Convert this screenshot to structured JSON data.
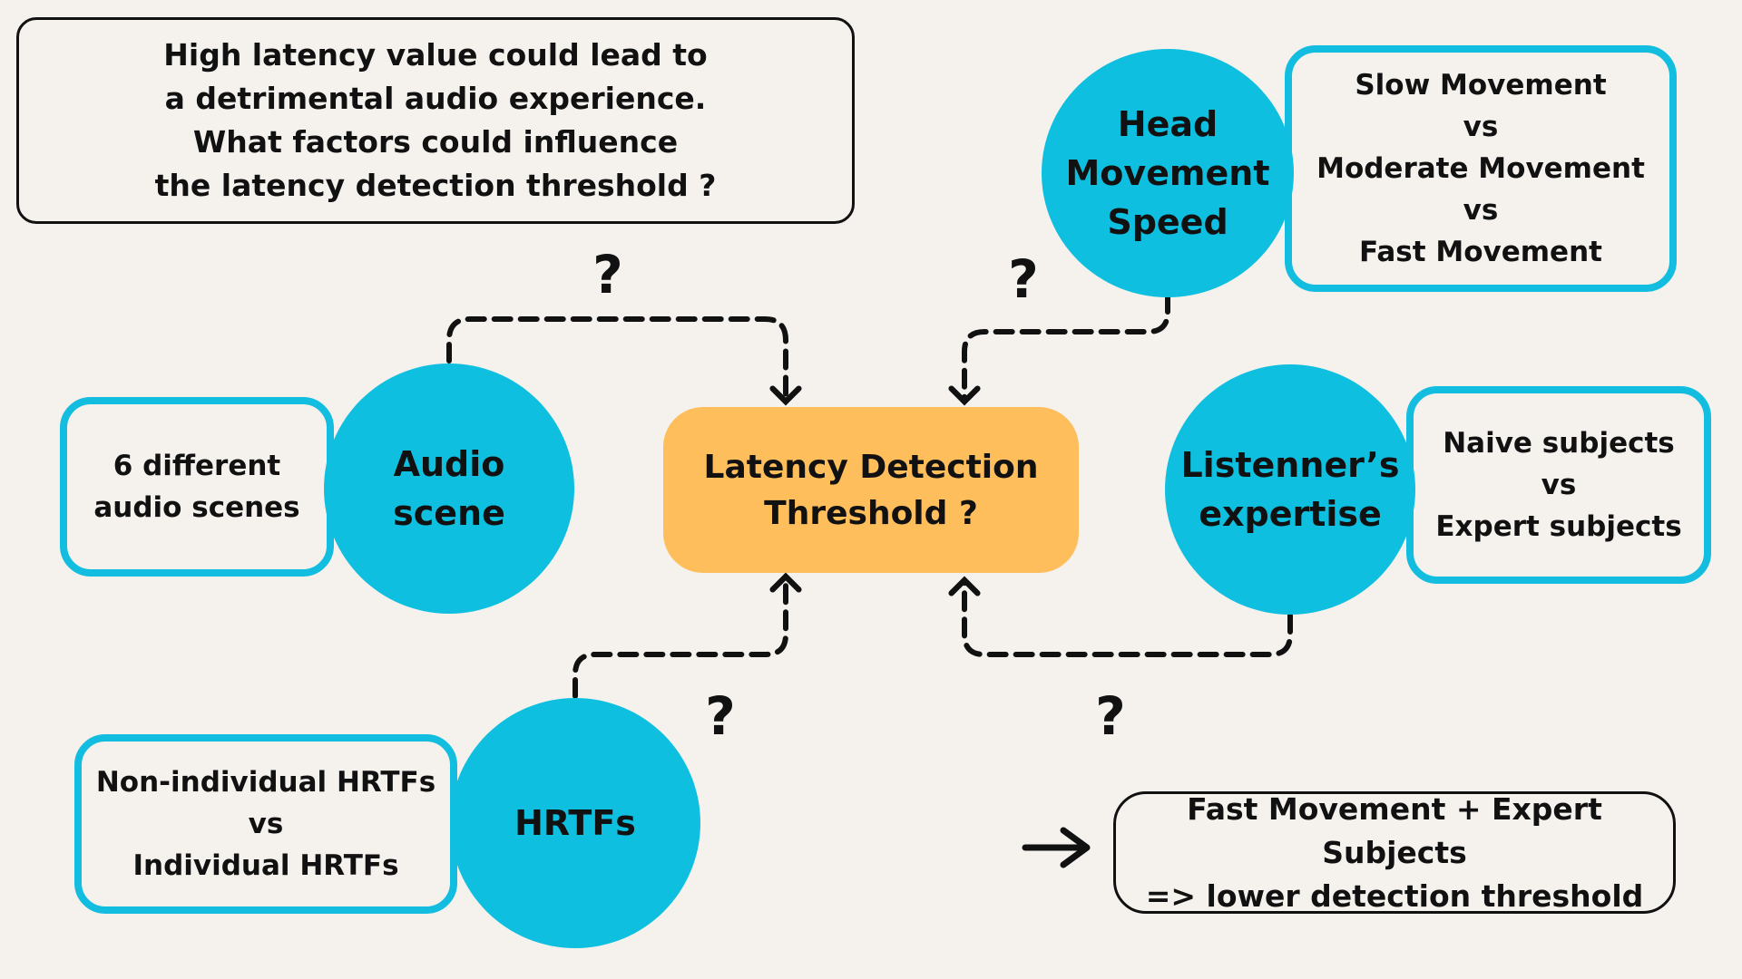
{
  "question": "High latency value could lead to\na detrimental audio experience.\nWhat factors could influence\nthe latency detection threshold ?",
  "center": "Latency Detection\nThreshold ?",
  "factors": {
    "head_movement": {
      "label": "Head\nMovement\nSpeed",
      "options": "Slow Movement\nvs\nModerate Movement\nvs\nFast Movement"
    },
    "audio_scene": {
      "label": "Audio\nscene",
      "options": "6 different\naudio scenes"
    },
    "listener_expertise": {
      "label": "Listenner’s\nexpertise",
      "options": "Naive subjects\nvs\nExpert subjects"
    },
    "hrtfs": {
      "label": "HRTFs",
      "options": "Non-individual HRTFs\nvs\nIndividual HRTFs"
    }
  },
  "question_mark": "?",
  "conclusion": "Fast Movement + Expert Subjects\n=> lower detection threshold",
  "colors": {
    "circle": "#0fbfe0",
    "option_border": "#12bde0",
    "center_fill": "#ffbe5c",
    "background": "#f5f2ee"
  }
}
